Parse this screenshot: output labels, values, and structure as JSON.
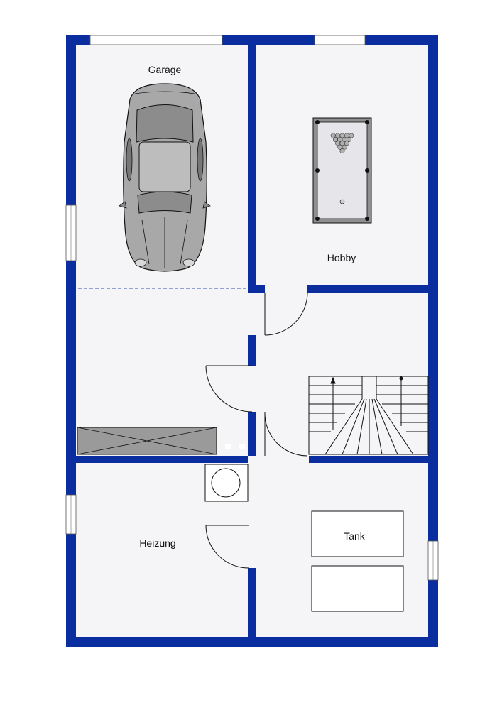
{
  "rooms": {
    "garage": "Garage",
    "hobby": "Hobby",
    "heizung": "Heizung"
  },
  "fixtures": {
    "tank": "Tank"
  },
  "colors": {
    "wall": "#0a2ea0",
    "floor": "#f5f5f8",
    "car_body": "#a8a8a8",
    "table_felt": "#e6e6ea",
    "shelf": "#9a9a9a"
  }
}
